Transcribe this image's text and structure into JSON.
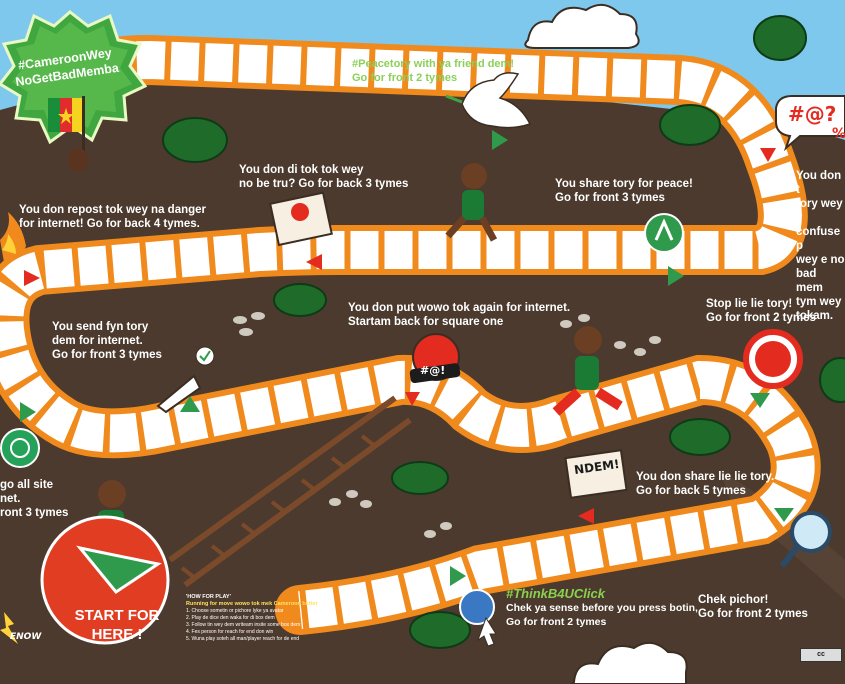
{
  "badge": {
    "line1": "#CameroonWey",
    "line2": "NoGetBadMemba"
  },
  "squares": [
    {
      "text": "#Peacetory with ya friend dem!",
      "text2": "Go for front 2 tymes"
    },
    {
      "text": "You don di tok tok wey",
      "text2": "no be tru? Go for back 3 tymes"
    },
    {
      "text": "You share tory for peace!",
      "text2": "Go for front 3 tymes"
    },
    {
      "text": "You don t",
      "text2": "tory wey y",
      "text3": "confuse p",
      "text4": "wey e no",
      "text5": "bad mem",
      "text6": "tym wey",
      "text7": "tokam."
    },
    {
      "text": "You don repost tok wey na danger",
      "text2": "for internet! Go for back 4 tymes."
    },
    {
      "text": "You don put wowo tok again for internet.",
      "text2": "Startam back for square one"
    },
    {
      "text": "Stop lie lie tory!",
      "text2": "Go for front 2 tymes"
    },
    {
      "text": "You send fyn tory",
      "text2": "dem for internet.",
      "text3": "Go for front 3 tymes"
    },
    {
      "text": "go all site",
      "text2": "net.",
      "text3": "ront 3 tymes"
    },
    {
      "text": "You don share lie lie tory.",
      "text2": "Go for back 5 tymes"
    },
    {
      "text": "Chek ya sense before you press botin,",
      "text2": "Go for front 2 tymes"
    },
    {
      "text": "Chek pichor!",
      "text2": "Go for front 2 tymes"
    }
  ],
  "think_hashtag": "#ThinkB4UClick",
  "start": {
    "line1": "START FOR",
    "line2": "HERE !"
  },
  "how_to": {
    "title": "'HOW FOR PLAY'",
    "subtitle": "Running for move wowo tok mek Cameroon better",
    "steps": [
      "1. Choose sometin or pichore lyke ya avatar",
      "2. Play de dice den waka for di box dem",
      "3. Follow tin wey dem writeam insite some box dem",
      "4. Fes person for reach for end don win",
      "5. Wuna play soteh all man/player reach for de end"
    ]
  },
  "signs": {
    "ndem": "NDEM!",
    "hash_face": "#@!",
    "symbols_bubble": "#@?",
    "pct": "%"
  },
  "footer": {
    "logo_partial": "ENOW",
    "license": "cc"
  },
  "colors": {
    "ground": "#4b3a2d",
    "track_orange": "#f08a1d",
    "track_white": "#ffffff",
    "sky": "#7ec8ee",
    "text_green": "#9bd35a",
    "badge_green": "#3fa640",
    "start_red": "#e03d22"
  }
}
